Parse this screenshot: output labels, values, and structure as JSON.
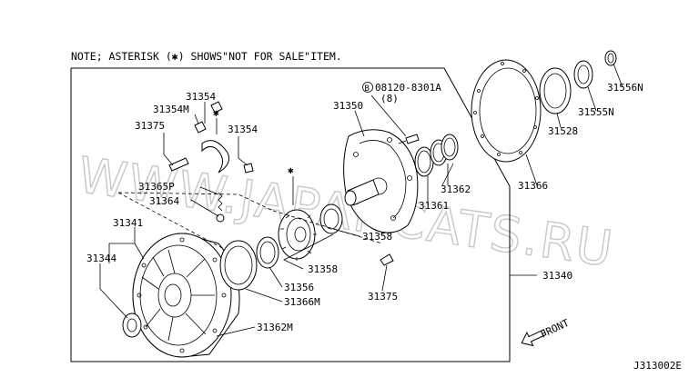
{
  "note": "NOTE; ASTERISK (✱) SHOWS\"NOT FOR SALE\"ITEM.",
  "diagram_code": "J313002E",
  "front_label": "FRONT",
  "watermark": "WWW.JAPANCATS.RU",
  "bolt_callout": {
    "code": "08120-8301A",
    "qty": "(8)",
    "marker": "B"
  },
  "asterisk": "✱",
  "labels": {
    "p31354a": "31354",
    "p31354m": "31354M",
    "p31354b": "31354",
    "p31375a": "31375",
    "p31350": "31350",
    "p31365p": "31365P",
    "p31364": "31364",
    "p31341": "31341",
    "p31344": "31344",
    "p31358a": "31358",
    "p31358b": "31358",
    "p31356": "31356",
    "p31366m": "31366M",
    "p31362m": "31362M",
    "p31375b": "31375",
    "p31361": "31361",
    "p31362": "31362",
    "p31366": "31366",
    "p31528": "31528",
    "p31555n": "31555N",
    "p31556n": "31556N",
    "p31340": "31340"
  }
}
